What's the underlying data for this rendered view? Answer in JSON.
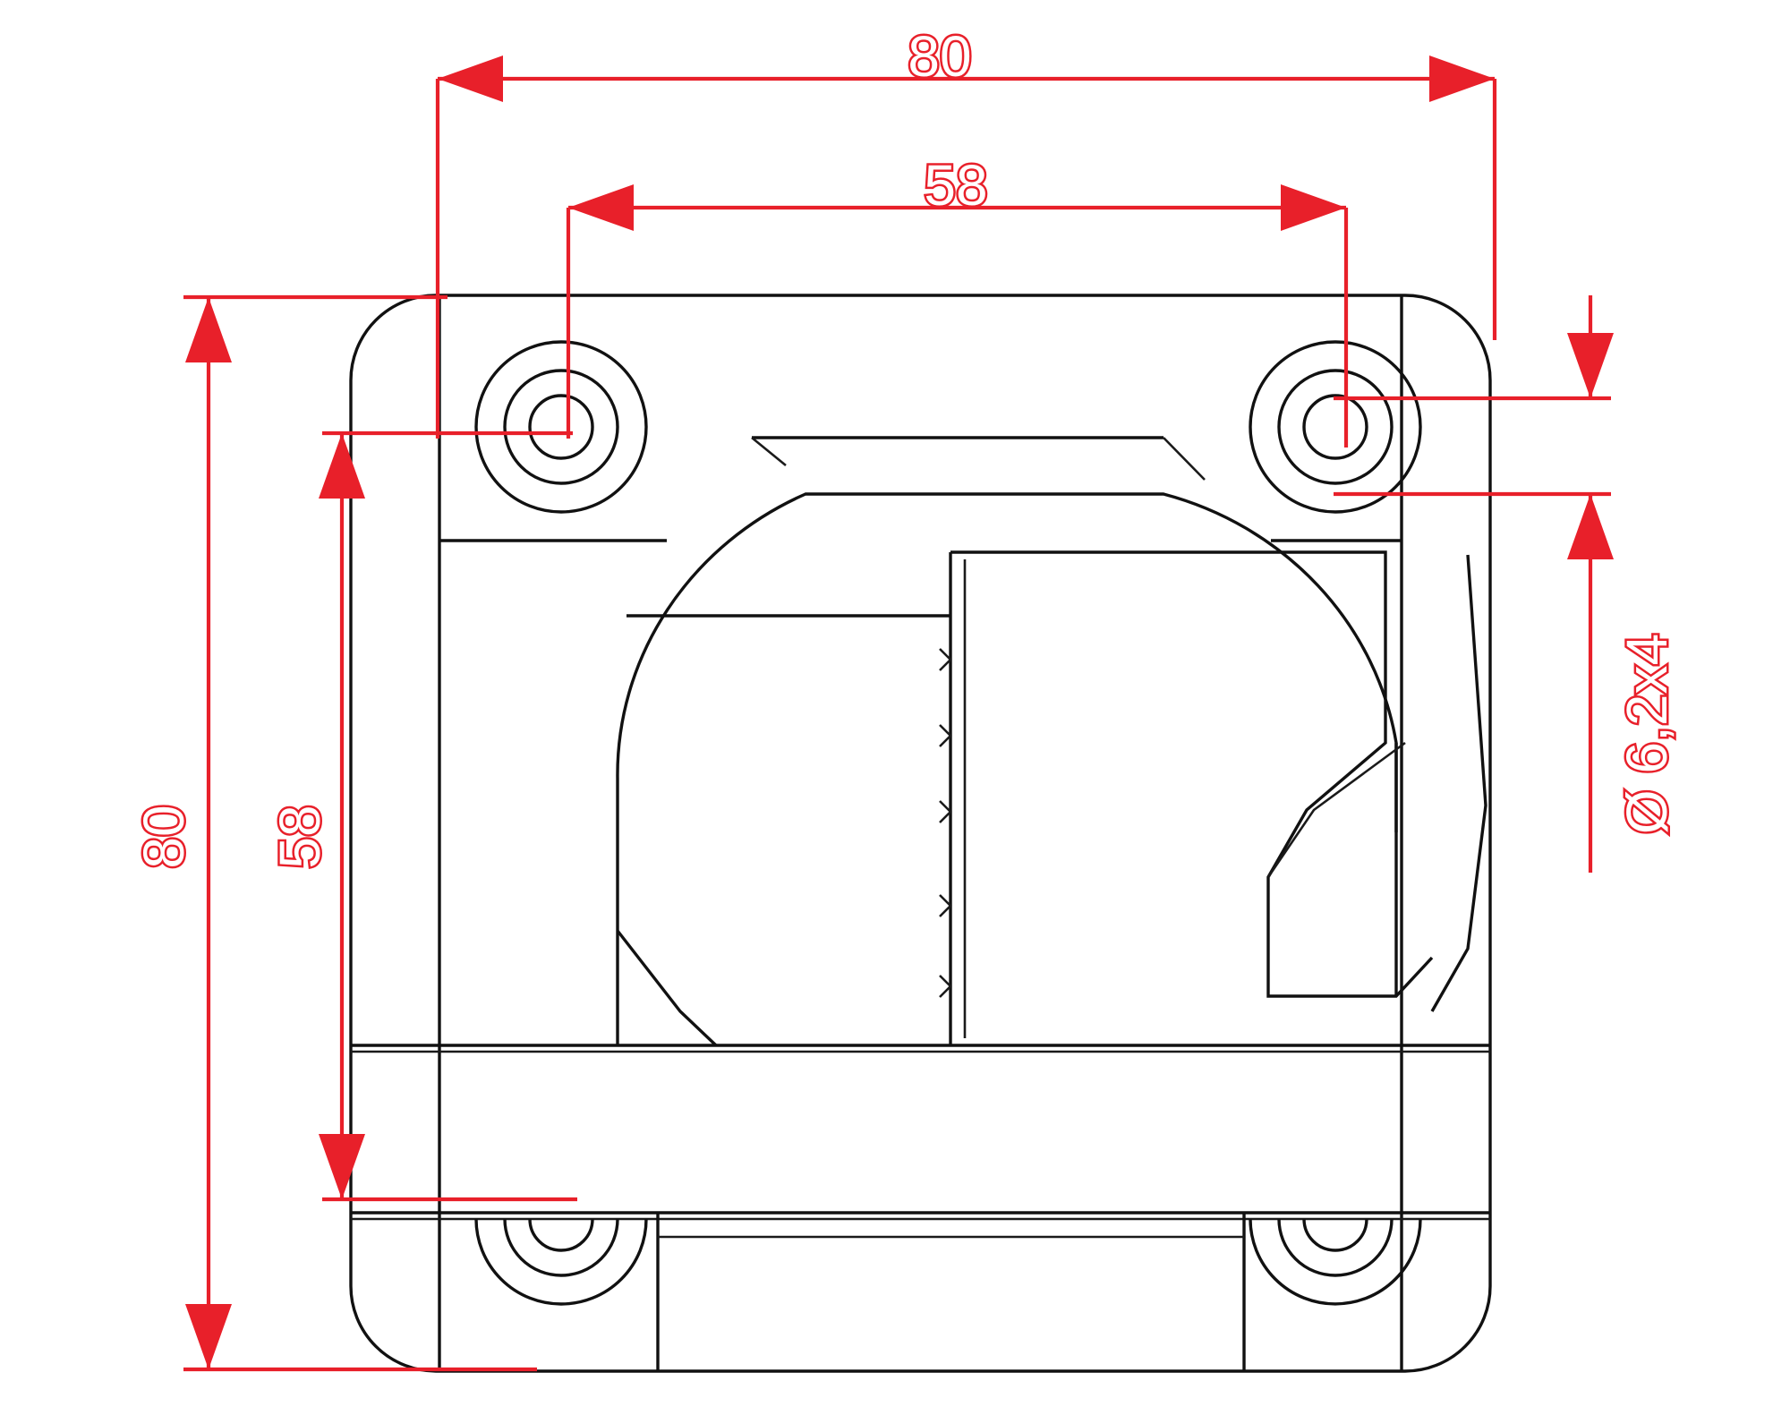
{
  "drawing": {
    "title": "Mechanical part outline drawing - top view",
    "view": "top view",
    "units": "mm",
    "background_color": "#ffffff",
    "part_line_color": "#111111",
    "dimension_color": "#e8202a"
  },
  "dimensions": {
    "top_overall": {
      "label": "80",
      "orientation": "horizontal",
      "position": "top"
    },
    "top_hole_spacing": {
      "label": "58",
      "orientation": "horizontal",
      "position": "top-inner"
    },
    "left_overall": {
      "label": "80",
      "orientation": "vertical",
      "position": "left-outer"
    },
    "left_hole_spacing": {
      "label": "58",
      "orientation": "vertical",
      "position": "left-inner"
    },
    "hole_callout": {
      "label": "Ø 6,2x4",
      "orientation": "vertical-rotated",
      "position": "right"
    }
  }
}
